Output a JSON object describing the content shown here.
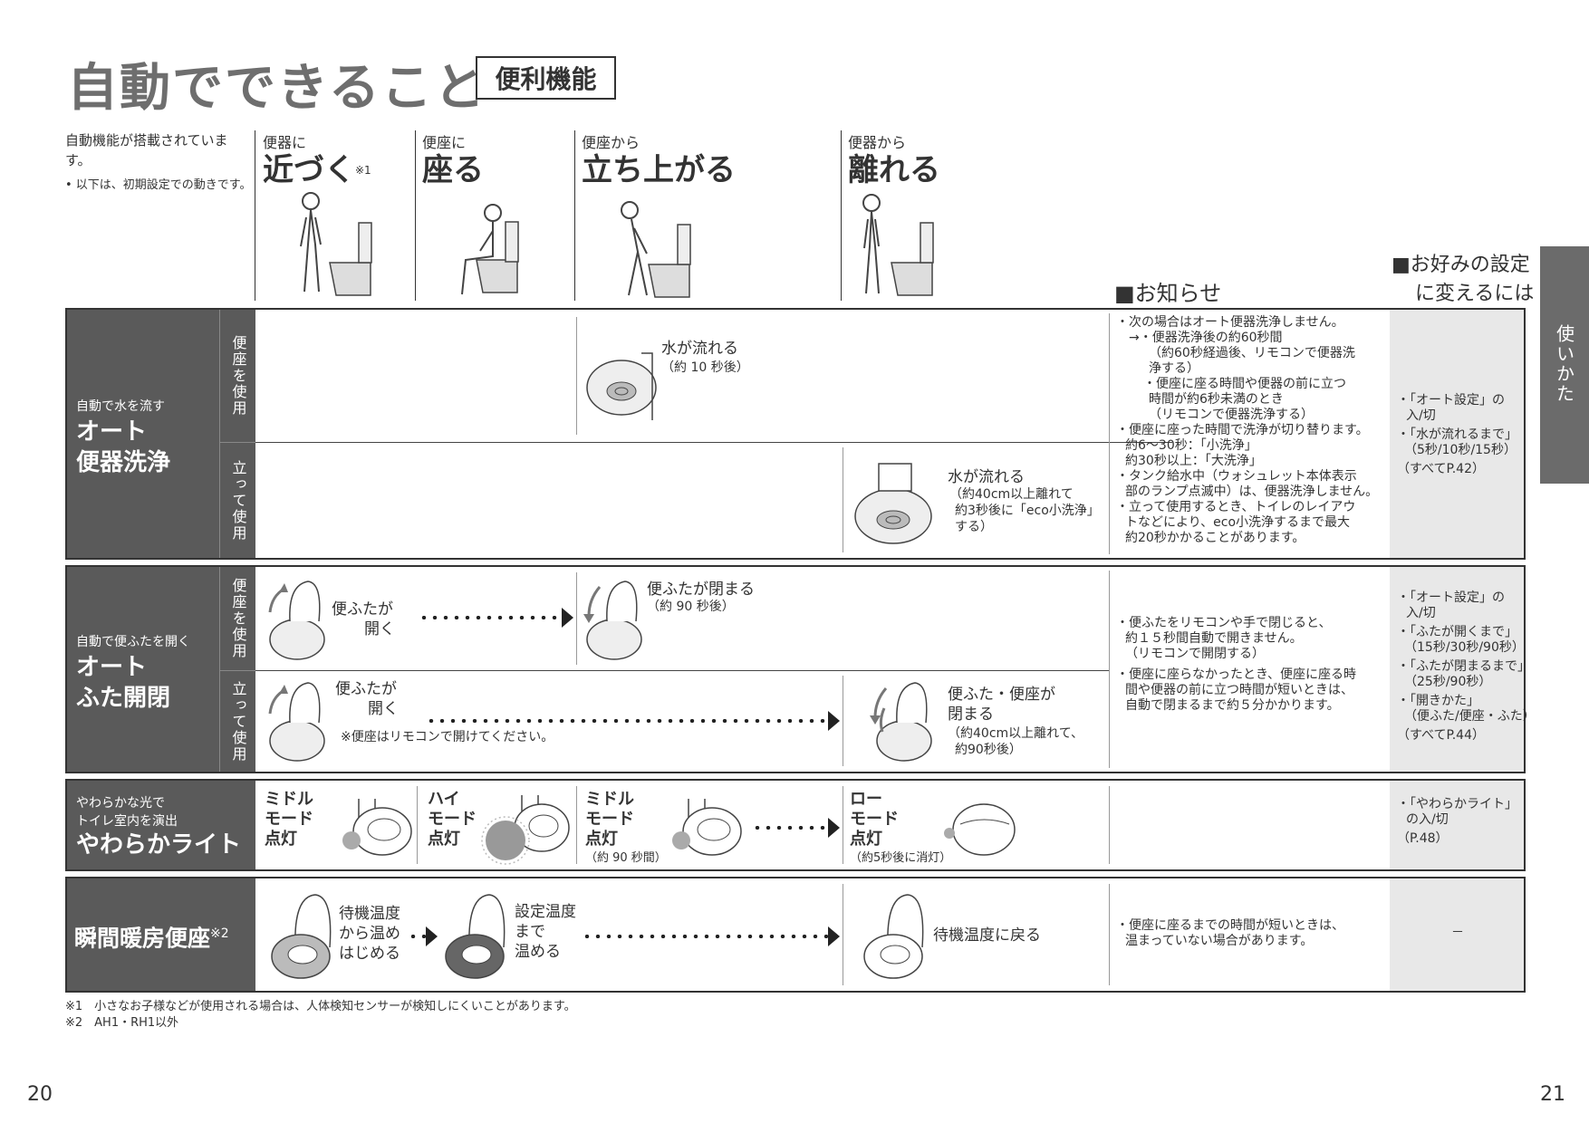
{
  "header": {
    "title": "自動でできること",
    "badge": "便利機能"
  },
  "intro": {
    "text": "自動機能が搭載されています。",
    "note": "• 以下は、初期設定での動きです。"
  },
  "columns": [
    {
      "sub": "便器に",
      "main": "近づく",
      "sup": "※1"
    },
    {
      "sub": "便座に",
      "main": "座る"
    },
    {
      "sub": "便座から",
      "main": "立ち上がる"
    },
    {
      "sub": "便器から",
      "main": "離れる"
    }
  ],
  "section_heads": {
    "notice": "■お知らせ",
    "prefs_line1": "■お好みの設定",
    "prefs_line2": "に変えるには"
  },
  "side_tab": "使いかた",
  "modes": {
    "seated": "便座を使用",
    "standing": "立って使用"
  },
  "sections": {
    "flush": {
      "label_sub": "自動で水を流す",
      "label_line1": "オート",
      "label_line2": "便器洗浄",
      "seated_title": "水が流れる",
      "seated_sub": "（約 10 秒後）",
      "standing_title": "水が流れる",
      "standing_sub": [
        "（約40cm以上離れて",
        "約3秒後に「eco小洗浄」",
        "する）"
      ],
      "notes": [
        "・次の場合はオート便器洗浄しません。",
        "→・便器洗浄後の約60秒間",
        "（約60秒経過後、リモコンで便器洗",
        "浄する）",
        "・便座に座る時間や便器の前に立つ",
        "時間が約6秒未満のとき",
        "（リモコンで便器洗浄する）",
        "・便座に座った時間で洗浄が切り替ります。",
        "約6～30秒：「小洗浄」",
        "約30秒以上：「大洗浄」",
        "・タンク給水中（ウォシュレット本体表示",
        "部のランプ点滅中）は、便器洗浄しません。",
        "・立って使用するとき、トイレのレイアウ",
        "トなどにより、eco小洗浄するまで最大",
        "約20秒かかることがあります。"
      ],
      "prefs": [
        "・「オート設定」の",
        "入/切",
        "・「水が流れるまで」",
        "（5秒/10秒/15秒）",
        "（すべてP.42）"
      ]
    },
    "lid": {
      "label_sub": "自動で便ふたを開く",
      "label_line1": "オート",
      "label_line2": "ふた開閉",
      "seated_open": [
        "便ふたが",
        "開く"
      ],
      "seated_close": "便ふたが閉まる",
      "seated_close_sub": "（約 90 秒後）",
      "standing_open": [
        "便ふたが",
        "開く"
      ],
      "standing_note": "※便座はリモコンで開けてください。",
      "standing_close": [
        "便ふた・便座が",
        "閉まる"
      ],
      "standing_close_sub": [
        "（約40cm以上離れて、",
        "約90秒後）"
      ],
      "notes": [
        "・便ふたをリモコンや手で閉じると、",
        "約１５秒間自動で開きません。",
        "（リモコンで開閉する）",
        "・便座に座らなかったとき、便座に座る時",
        "間や便器の前に立つ時間が短いときは、",
        "自動で閉まるまで約５分かかります。"
      ],
      "prefs": [
        "・「オート設定」の",
        "入/切",
        "・「ふたが開くまで」",
        "（15秒/30秒/90秒）",
        "・「ふたが閉まるまで」",
        "（25秒/90秒）",
        "・「開きかた」",
        "（便ふた/便座・ふた）",
        "（すべてP.44）"
      ]
    },
    "light": {
      "label_sub1": "やわらかな光で",
      "label_sub2": "トイレ室内を演出",
      "label_main": "やわらかライト",
      "steps": [
        {
          "lines": [
            "ミドル",
            "モード",
            "点灯"
          ],
          "sub": ""
        },
        {
          "lines": [
            "ハイ",
            "モード",
            "点灯"
          ],
          "sub": ""
        },
        {
          "lines": [
            "ミドル",
            "モード",
            "点灯"
          ],
          "sub": "（約 90 秒間）"
        },
        {
          "lines": [
            "ロー",
            "モード",
            "点灯"
          ],
          "sub": "（約5秒後に消灯）"
        }
      ],
      "prefs": [
        "・「やわらかライト」",
        "の入/切",
        "（P.48）"
      ]
    },
    "seat": {
      "label_main": "瞬間暖房便座",
      "label_sup": "※2",
      "step1": [
        "待機温度",
        "から温め",
        "はじめる"
      ],
      "step2": [
        "設定温度",
        "まで",
        "温める"
      ],
      "step3": "待機温度に戻る",
      "notes": [
        "・便座に座るまでの時間が短いときは、",
        "温まっていない場合があります。"
      ],
      "prefs": "－"
    }
  },
  "footnotes": [
    "※1　小さなお子様などが使用される場合は、人体検知センサーが検知しにくいことがあります。",
    "※2　AH1・RH1以外"
  ],
  "page_numbers": {
    "left": "20",
    "right": "21"
  },
  "colors": {
    "label_bg": "#5a5a5a",
    "prefs_bg": "#e8e8e8",
    "side_tab_bg": "#6b6b6b",
    "title": "#6e6e6e"
  }
}
